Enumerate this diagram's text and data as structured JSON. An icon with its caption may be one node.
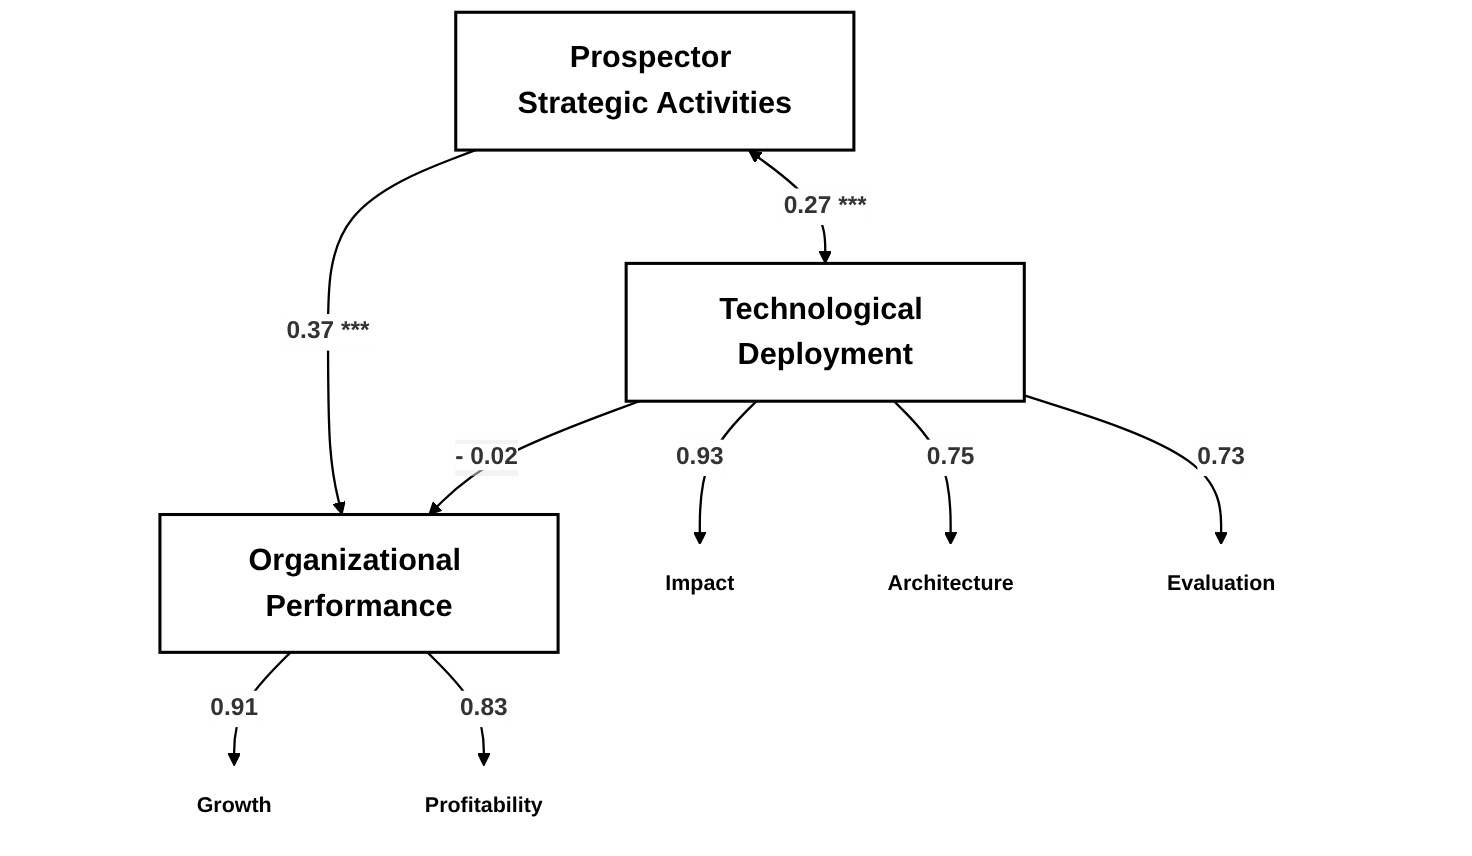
{
  "diagram": {
    "nodes": [
      {
        "text": [
          "Prospector Strategic Activities"
        ]
      },
      {
        "text": [
          "Technological Deployment"
        ]
      },
      {
        "text": [
          "Organizational Performance"
        ]
      },
      {
        "text": [
          "Growth"
        ]
      },
      {
        "text": [
          "Profitability"
        ]
      },
      {
        "text": [
          "Impact"
        ]
      },
      {
        "text": [
          "Architecture"
        ]
      },
      {
        "text": [
          "Evaluation"
        ]
      }
    ],
    "edges": [
      {
        "from": 0,
        "to": 2,
        "arrow": "to",
        "label": "0.37 ***"
      },
      {
        "from": 0,
        "to": 1,
        "arrow": "both",
        "label": "0.27 ***"
      },
      {
        "from": 1,
        "to": 2,
        "arrow": "to",
        "label": "- 0.02"
      },
      {
        "from": 2,
        "to": 3,
        "arrow": "to",
        "label": "0.91"
      },
      {
        "from": 2,
        "to": 4,
        "arrow": "to",
        "label": "0.83"
      },
      {
        "from": 1,
        "to": 5,
        "arrow": "to",
        "label": "0.93"
      },
      {
        "from": 1,
        "to": 6,
        "arrow": "to",
        "label": "0.75"
      },
      {
        "from": 1,
        "to": 7,
        "arrow": "to",
        "label": "0.73"
      }
    ]
  }
}
